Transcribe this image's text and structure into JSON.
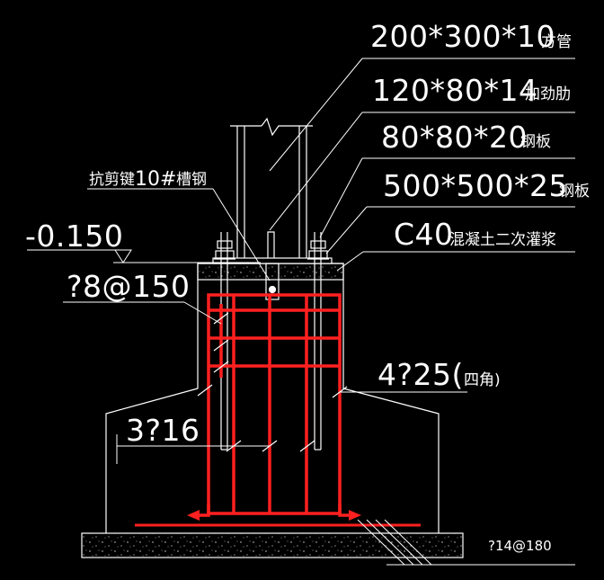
{
  "colors": {
    "background": "#000000",
    "lines": "#ffffff",
    "rebar": "#ff2020"
  },
  "labels": {
    "tube_dim": "200*300*10",
    "tube_name": "方管",
    "stiffener_dim": "120*80*14",
    "stiffener_name": "加劲肋",
    "plate80_dim": "80*80*20",
    "plate80_name": "钢板",
    "baseplate_dim": "500*500*25",
    "baseplate_name": "钢板",
    "grout_grade": "C40",
    "grout_name": "混凝土二次灌浆",
    "shear_key_name": "抗剪键",
    "shear_key_num": "10",
    "shear_key_mark": "#",
    "shear_key_type": "槽钢",
    "elevation": "-0.150",
    "stirrup": "?8@150",
    "corner_bars": "4?25(",
    "corner_note": "四角)",
    "side_bars": "3?16",
    "bottom_bars": "?14@180"
  }
}
